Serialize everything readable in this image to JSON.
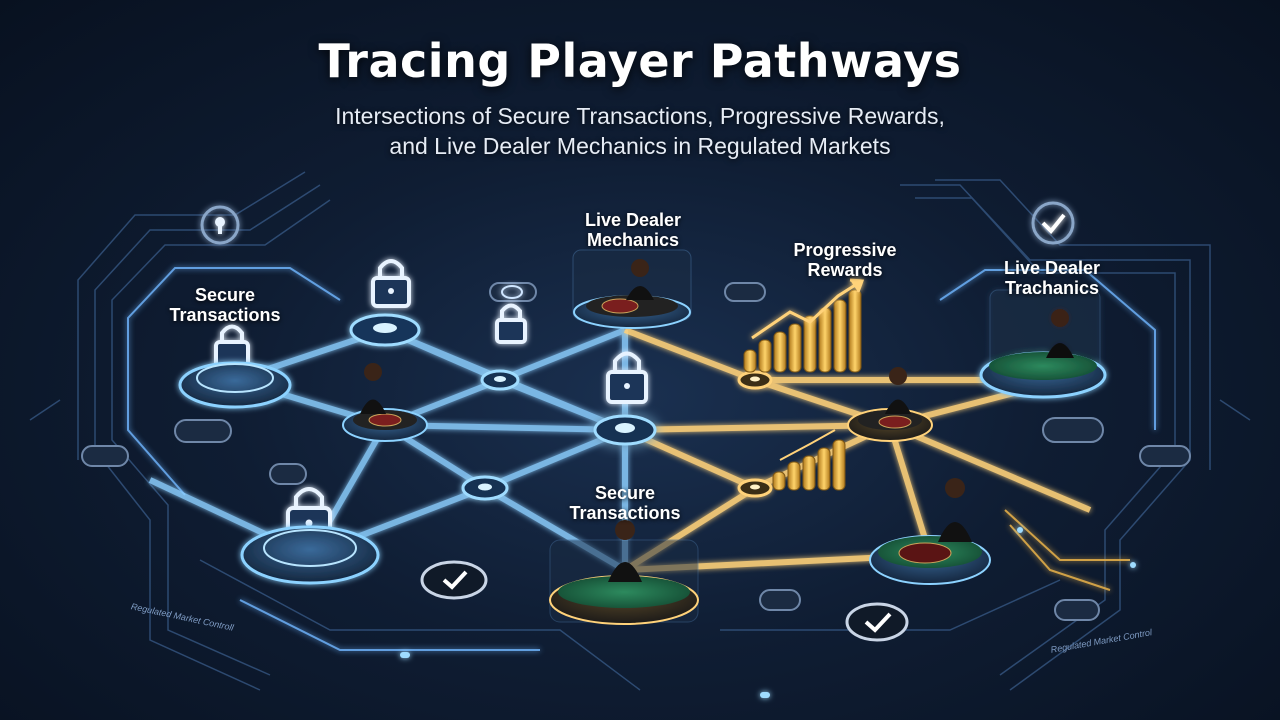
{
  "header": {
    "title": "Tracing Player Pathways",
    "subtitle_line1": "Intersections of Secure Transactions, Progressive Rewards,",
    "subtitle_line2": "and Live Dealer Mechanics in Regulated Markets"
  },
  "labels": {
    "secure_left": {
      "line1": "Secure",
      "line2": "Transactions"
    },
    "live_top": {
      "line1": "Live Dealer",
      "line2": "Mechanics"
    },
    "progressive": {
      "line1": "Progressive",
      "line2": "Rewards"
    },
    "live_right": {
      "line1": "Live Dealer",
      "line2": "Trachanics"
    },
    "secure_bottom": {
      "line1": "Secure",
      "line2": "Transactions"
    }
  },
  "footnotes": {
    "left": "Regulated Market Controll",
    "right": "Regulated Market Control"
  },
  "colors": {
    "node_blue": "#5ab8ff",
    "gold": "#f2b84b",
    "table_green": "#1f6b4a",
    "background": "#0f1d33"
  }
}
